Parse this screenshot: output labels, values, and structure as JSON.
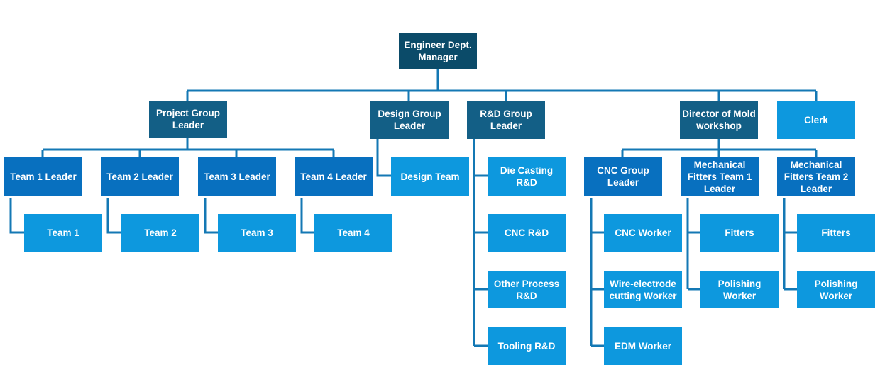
{
  "colors": {
    "manager": "#0b4b69",
    "group_leader": "#135f86",
    "team_leader": "#0870bf",
    "team": "#0d98de",
    "connector": "#1478b4"
  },
  "nodes": {
    "manager": "Engineer Dept.\nManager",
    "project_group_leader": "Project Group\nLeader",
    "design_group_leader": "Design Group\nLeader",
    "rd_group_leader": "R&D Group\nLeader",
    "director_mold_workshop": "Director of Mold\nworkshop",
    "clerk": "Clerk",
    "team1_leader": "Team 1 Leader",
    "team2_leader": "Team 2 Leader",
    "team3_leader": "Team 3 Leader",
    "team4_leader": "Team 4 Leader",
    "team1": "Team 1",
    "team2": "Team 2",
    "team3": "Team 3",
    "team4": "Team 4",
    "design_team": "Design Team",
    "die_casting_rd": "Die Casting R&D",
    "cnc_rd": "CNC R&D",
    "other_process_rd": "Other Process\nR&D",
    "tooling_rd": "Tooling R&D",
    "cnc_group_leader": "CNC Group\nLeader",
    "mech_fitters_team1_leader": "Mechanical\nFitters  Team 1\nLeader",
    "mech_fitters_team2_leader": "Mechanical\nFitters Team 2\nLeader",
    "cnc_worker": "CNC Worker",
    "wire_electrode_worker": "Wire-electrode\ncutting Worker",
    "edm_worker": "EDM Worker",
    "fitters_1": "Fitters",
    "polishing_worker_1": "Polishing\nWorker",
    "fitters_2": "Fitters",
    "polishing_worker_2": "Polishing\nWorker"
  }
}
